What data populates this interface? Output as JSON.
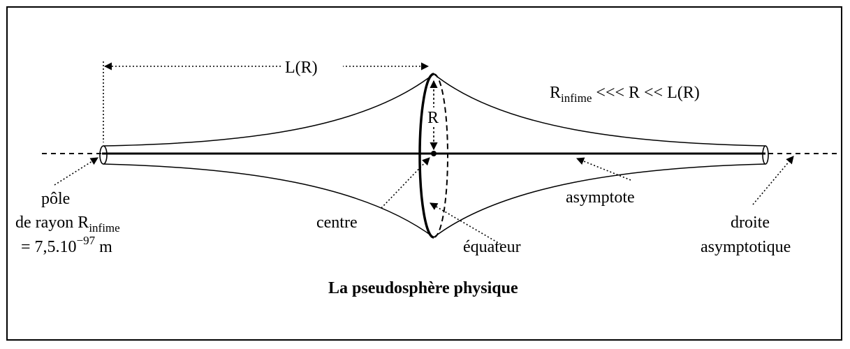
{
  "labels": {
    "length": "L(R)",
    "radius": "R",
    "relation_r": "R",
    "relation_sub": "infime",
    "relation_rest": " <<< R << L(R)",
    "pole_line1": "pôle",
    "pole_line2_main": "de rayon R",
    "pole_line2_sub": "infime",
    "pole_line3_main": "= 7,5.10",
    "pole_line3_sup": "−97",
    "pole_line3_unit": " m",
    "center": "centre",
    "equator": "équateur",
    "asymptote": "asymptote",
    "asymptotic_line1": "droite",
    "asymptotic_line2": "asymptotique",
    "title": "La pseudosphère physique"
  }
}
